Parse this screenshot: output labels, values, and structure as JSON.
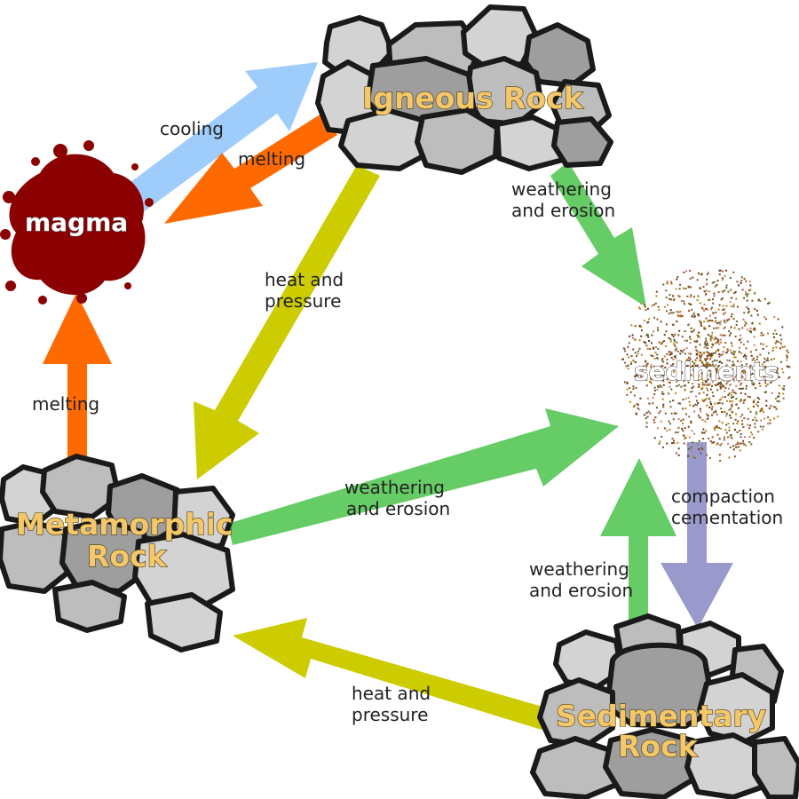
{
  "nodes": {
    "igneous": "Igneous Rock",
    "magma": "magma",
    "sediments": "sediments",
    "metamorphic_line1": "Metamorphic",
    "metamorphic_line2": "Rock",
    "sedimentary_line1": "Sedimentary",
    "sedimentary_line2": "Rock"
  },
  "processes": {
    "cooling": "cooling",
    "melting_igneous": "melting",
    "melting_metamorphic": "melting",
    "weathering_igneous_1": "weathering",
    "weathering_igneous_2": "and erosion",
    "heat_igneous_1": "heat and",
    "heat_igneous_2": "pressure",
    "weathering_metamorphic_1": "weathering",
    "weathering_metamorphic_2": "and erosion",
    "compaction_1": "compaction",
    "compaction_2": "cementation",
    "weathering_sedimentary_1": "weathering",
    "weathering_sedimentary_2": "and erosion",
    "heat_sedimentary_1": "heat and",
    "heat_sedimentary_2": "pressure"
  },
  "colors": {
    "cooling": "#9fcdfb",
    "melting": "#ff6a00",
    "heat_pressure": "#cccc00",
    "weathering": "#66cc66",
    "compaction": "#9999cc",
    "magma": "#8b0000",
    "rock_title": "#f4c86a"
  }
}
